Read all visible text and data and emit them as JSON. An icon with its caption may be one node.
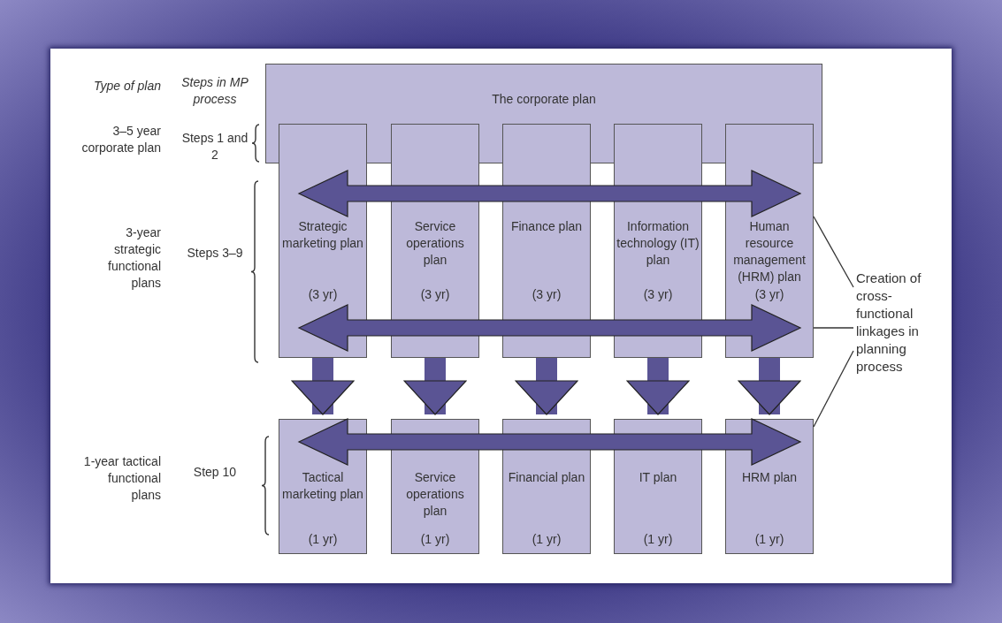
{
  "diagram": {
    "nodes": [
      {
        "text": [
          "The corporate plan"
        ]
      },
      {
        "text": [
          "Strategic marketing plan",
          "(3 yr)"
        ]
      },
      {
        "text": [
          "Service operations plan",
          "(3 yr)"
        ]
      },
      {
        "text": [
          "Finance plan",
          "(3 yr)"
        ]
      },
      {
        "text": [
          "Information technology (IT) plan",
          "(3 yr)"
        ]
      },
      {
        "text": [
          "Human resource management (HRM) plan",
          "(3 yr)"
        ]
      },
      {
        "text": [
          "Tactical marketing plan",
          "(1 yr)"
        ]
      },
      {
        "text": [
          "Service operations plan",
          "(1 yr)"
        ]
      },
      {
        "text": [
          "Financial plan",
          "(1 yr)"
        ]
      },
      {
        "text": [
          "IT plan",
          "(1 yr)"
        ]
      },
      {
        "text": [
          "HRM plan",
          "(1 yr)"
        ]
      },
      {
        "text": [
          "Creation of cross-functional linkages in planning process"
        ]
      }
    ],
    "edges": [
      {
        "from": 1,
        "to": 6,
        "arrow": "to"
      },
      {
        "from": 2,
        "to": 7,
        "arrow": "to"
      },
      {
        "from": 3,
        "to": 8,
        "arrow": "to"
      },
      {
        "from": 4,
        "to": 9,
        "arrow": "to"
      },
      {
        "from": 5,
        "to": 10,
        "arrow": "to"
      },
      {
        "from": 11,
        "to": 5,
        "arrow": "none",
        "color": "#333333"
      },
      {
        "from": 11,
        "to": 5,
        "arrow": "none",
        "color": "#333333"
      },
      {
        "from": 11,
        "to": 10,
        "arrow": "none",
        "color": "#333333"
      }
    ],
    "labels": [
      "Type of plan",
      "Steps in MP process",
      "3–5 year corporate plan",
      "Steps 1 and 2",
      "3-year strategic functional plans",
      "Steps 3–9",
      "1-year tactical functional plans",
      "Step 10"
    ]
  }
}
